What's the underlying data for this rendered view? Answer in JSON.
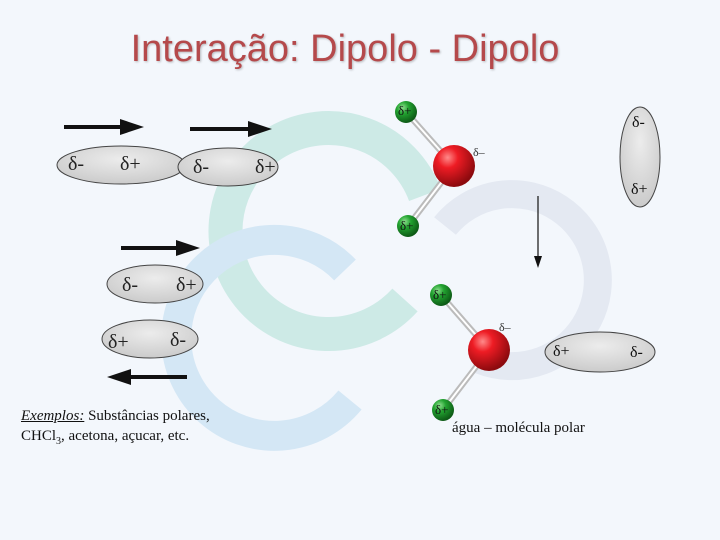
{
  "title": "Interação: Dipolo - Dipolo",
  "charges": {
    "neg": "δ-",
    "pos": "δ+",
    "neg_water": "δ–"
  },
  "examples": {
    "label": "Exemplos:",
    "text": "Substâncias polares,",
    "formula_prefix": "CHCl",
    "formula_sub": "3",
    "formula_rest": ", acetona, açucar, etc."
  },
  "water_caption": "água – molécula polar",
  "colors": {
    "title": "#b5494b",
    "oxygen": "#e3141c",
    "hydrogen": "#1e9b2c",
    "dipole_fill": "#d6d6d6",
    "logo_teal": "#cdeae6",
    "logo_blue": "#d4e7f5",
    "logo_grey": "#e4e9f2"
  },
  "icons": [
    "arrow-right-icon",
    "arrow-left-icon",
    "arrow-down-icon",
    "logo-watermark-icon"
  ]
}
